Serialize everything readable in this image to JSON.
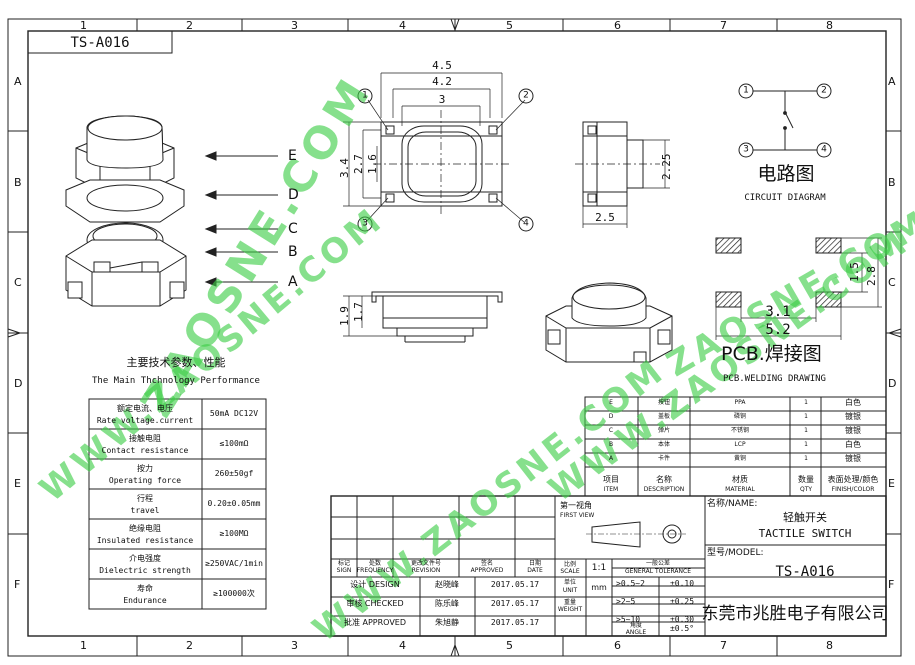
{
  "border": {
    "columns": [
      "1",
      "2",
      "3",
      "4",
      "5",
      "6",
      "7",
      "8"
    ],
    "rows": [
      "A",
      "B",
      "C",
      "D",
      "E",
      "F"
    ]
  },
  "part_tag": "TS-A016",
  "watermark": [
    "WWW.ZAOSNE.COM",
    "WWW.ZAOSNE.COM",
    "WWW.ZAOSNE.COM",
    "ZAOSNE.COM",
    "ZAOSNE.COM"
  ],
  "exploded": {
    "labels": [
      "E",
      "D",
      "C",
      "B",
      "A"
    ]
  },
  "dims_top": {
    "w1": "4.5",
    "w2": "4.2",
    "w3": "3",
    "h1": "3.4",
    "h2": "2.7",
    "h3": "1.6",
    "pins": [
      "1",
      "2",
      "3",
      "4"
    ]
  },
  "dims_side": {
    "h": "2.25",
    "w": "2.5"
  },
  "dims_front": {
    "h1": "1.7",
    "h2": "1.9"
  },
  "circuit": {
    "title": "电路图",
    "subtitle": "CIRCUIT DIAGRAM",
    "pins": [
      "1",
      "2",
      "3",
      "4"
    ]
  },
  "pcb": {
    "title": "PCB.焊接图",
    "subtitle": "PCB.WELDING DRAWING",
    "dims": {
      "h1": "1.5",
      "h2": "2.8",
      "w1": "3.1",
      "w2": "5.2"
    }
  },
  "specs": {
    "title_cn": "主要技术参数、性能",
    "title_en": "The Main Thchnology Performance",
    "rows": [
      {
        "cn": "额定电流、电压",
        "en": "Rate voltage.current",
        "val": "50mA DC12V"
      },
      {
        "cn": "接触电阻",
        "en": "Contact resistance",
        "val": "≤100mΩ"
      },
      {
        "cn": "按力",
        "en": "Operating force",
        "val": "260±50gf"
      },
      {
        "cn": "行程",
        "en": "travel",
        "val": "0.20±0.05mm"
      },
      {
        "cn": "绝缘电阻",
        "en": "Insulated resistance",
        "val": "≥100MΩ"
      },
      {
        "cn": "介电强度",
        "en": "Dielectric strength",
        "val": "≥250VAC/1min"
      },
      {
        "cn": "寿命",
        "en": "Endurance",
        "val": "≥100000次"
      }
    ]
  },
  "bom": {
    "rows": [
      {
        "item": "E",
        "name": "按钮",
        "material": "PPA",
        "qty": "1",
        "finish": "白色"
      },
      {
        "item": "D",
        "name": "盖板",
        "material": "磷铜",
        "qty": "1",
        "finish": "镀银"
      },
      {
        "item": "C",
        "name": "弹片",
        "material": "不锈钢",
        "qty": "1",
        "finish": "镀银"
      },
      {
        "item": "B",
        "name": "本体",
        "material": "LCP",
        "qty": "1",
        "finish": "白色"
      },
      {
        "item": "A",
        "name": "卡件",
        "material": "黄铜",
        "qty": "1",
        "finish": "镀银"
      }
    ],
    "header": {
      "item_cn": "项目",
      "item_en": "ITEM",
      "name_cn": "名称",
      "name_en": "DESCRIPTION",
      "material_cn": "材质",
      "material_en": "MATERIAL",
      "qty_cn": "数量",
      "qty_en": "QTY",
      "finish_cn": "表面处理/颜色",
      "finish_en": "FINISH/COLOR"
    }
  },
  "title_block": {
    "rev_headers": [
      {
        "cn": "标记",
        "en": "SIGN"
      },
      {
        "cn": "处数",
        "en": "FREQUENCY"
      },
      {
        "cn": "更改文件号",
        "en": "REVISION"
      },
      {
        "cn": "签名",
        "en": "APPROVED"
      },
      {
        "cn": "日期",
        "en": "DATE"
      }
    ],
    "scale_cn": "比例",
    "scale_en": "SCALE",
    "scale_val": "1:1",
    "first_view_cn": "第一视角",
    "first_view_en": "FIRST VIEW",
    "roles": [
      {
        "role": "设计 DESIGN",
        "name": "赵晓峰",
        "date": "2017.05.17"
      },
      {
        "role": "审核 CHECKED",
        "name": "陈乐峰",
        "date": "2017.05.17"
      },
      {
        "role": "批准 APPROVED",
        "name": "朱旭静",
        "date": "2017.05.17"
      }
    ],
    "unit_cn": "单位",
    "unit_en": "UNIT",
    "unit_val": "mm",
    "weight_cn": "重量",
    "weight_en": "WEIGHT",
    "tol_title_cn": "一般公差",
    "tol_title_en": "GENERAL TOLERANCE",
    "tolerances": [
      {
        "range": ">0.5~2",
        "tol": "±0.10"
      },
      {
        "range": ">2~5",
        "tol": "±0.25"
      },
      {
        "range": ">5~10",
        "tol": "±0.30"
      }
    ],
    "angle_cn": "角度",
    "angle_en": "ANGLE",
    "angle_tol": "±0.5°",
    "name_label": "名称/NAME:",
    "name_cn": "轻触开关",
    "name_en": "TACTILE SWITCH",
    "model_label": "型号/MODEL:",
    "model": "TS-A016",
    "company": "东莞市兆胜电子有限公司"
  }
}
